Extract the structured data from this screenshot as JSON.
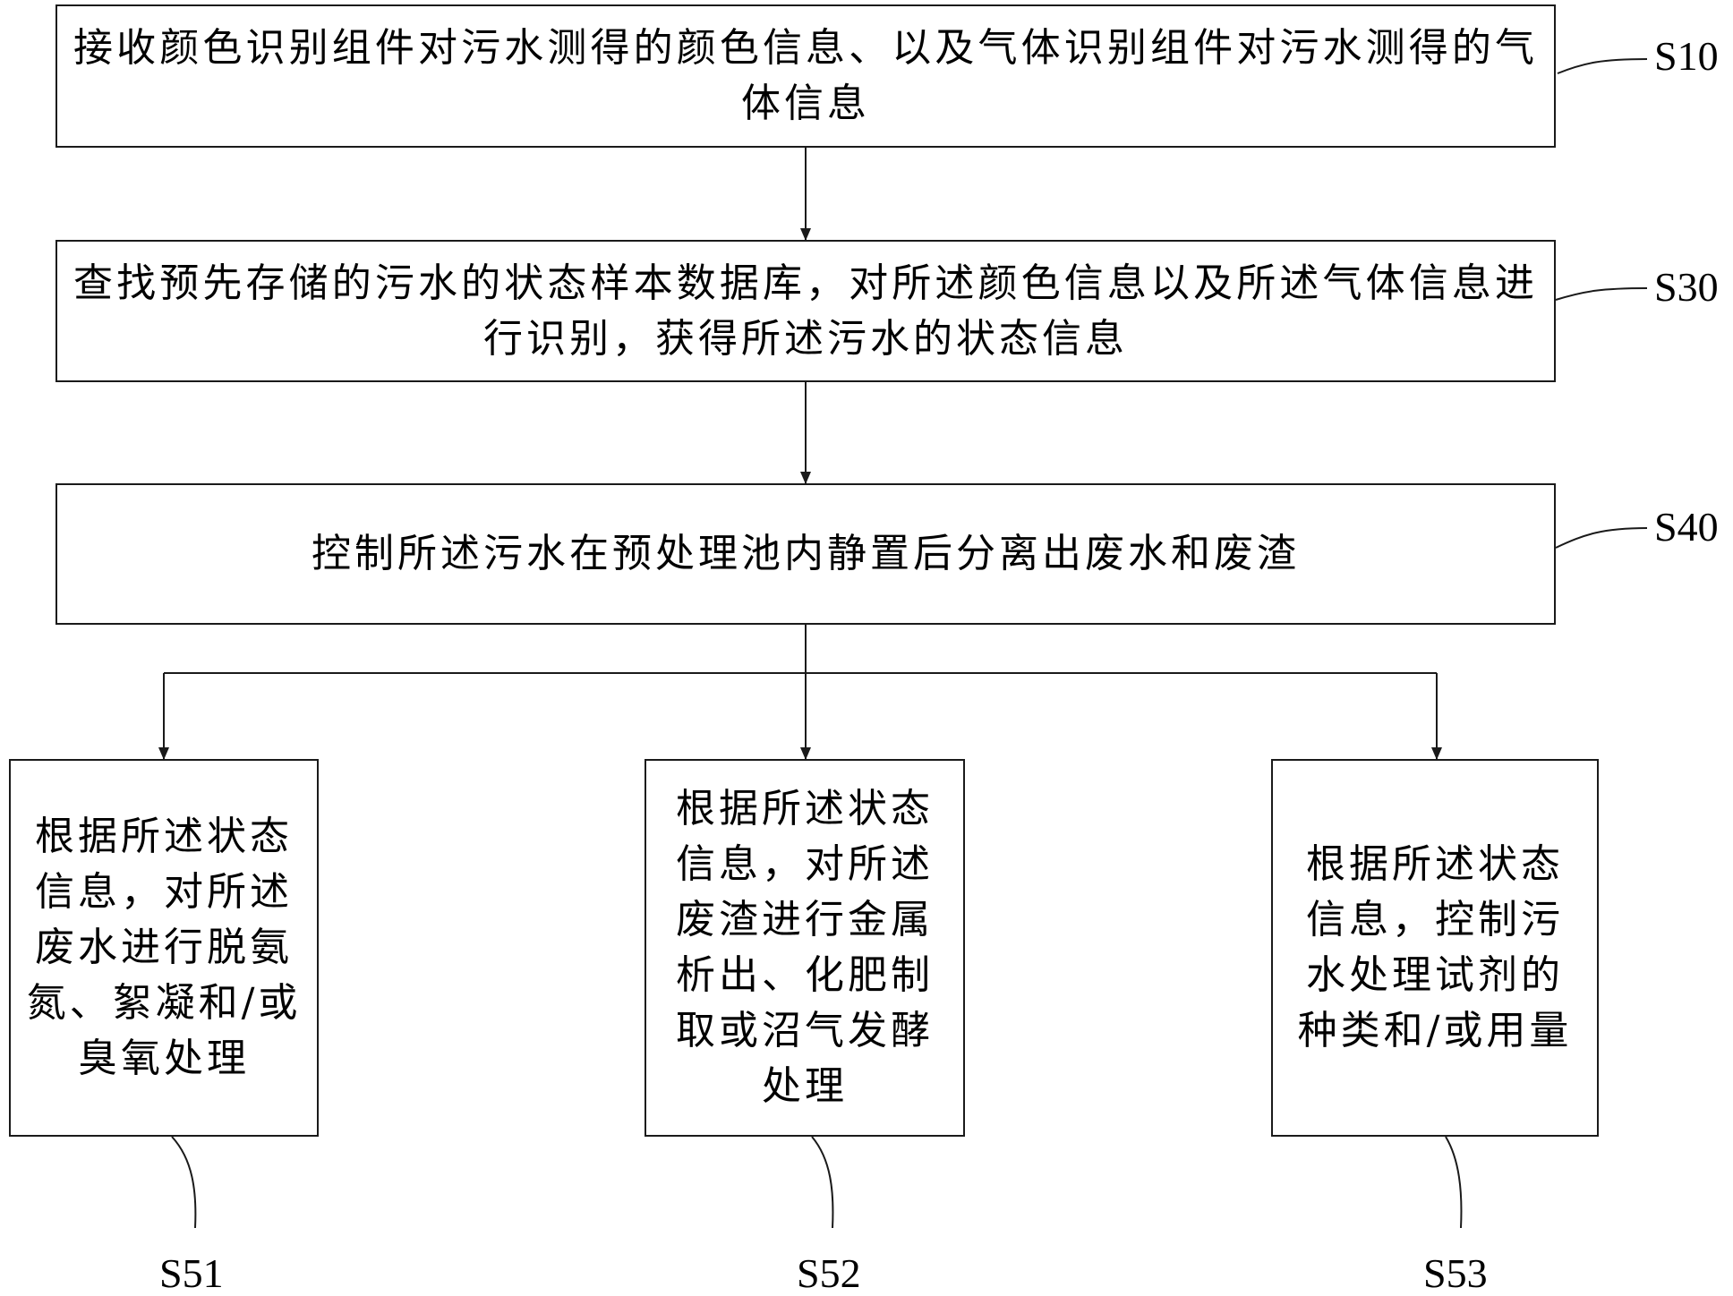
{
  "steps": {
    "s10": {
      "id": "S10",
      "text": "接收颜色识别组件对污水测得的颜色信息、以及气体识别组件对污水测得的气体信息"
    },
    "s30": {
      "id": "S30",
      "text": "查找预先存储的污水的状态样本数据库，对所述颜色信息以及所述气体信息进行识别，获得所述污水的状态信息"
    },
    "s40": {
      "id": "S40",
      "text": "控制所述污水在预处理池内静置后分离出废水和废渣"
    },
    "s51": {
      "id": "S51",
      "text": "根据所述状态信息，对所述废水进行脱氨氮、絮凝和/或臭氧处理"
    },
    "s52": {
      "id": "S52",
      "text": "根据所述状态信息，对所述废渣进行金属析出、化肥制取或沼气发酵处理"
    },
    "s53": {
      "id": "S53",
      "text": "根据所述状态信息，控制污水处理试剂的种类和/或用量"
    }
  }
}
